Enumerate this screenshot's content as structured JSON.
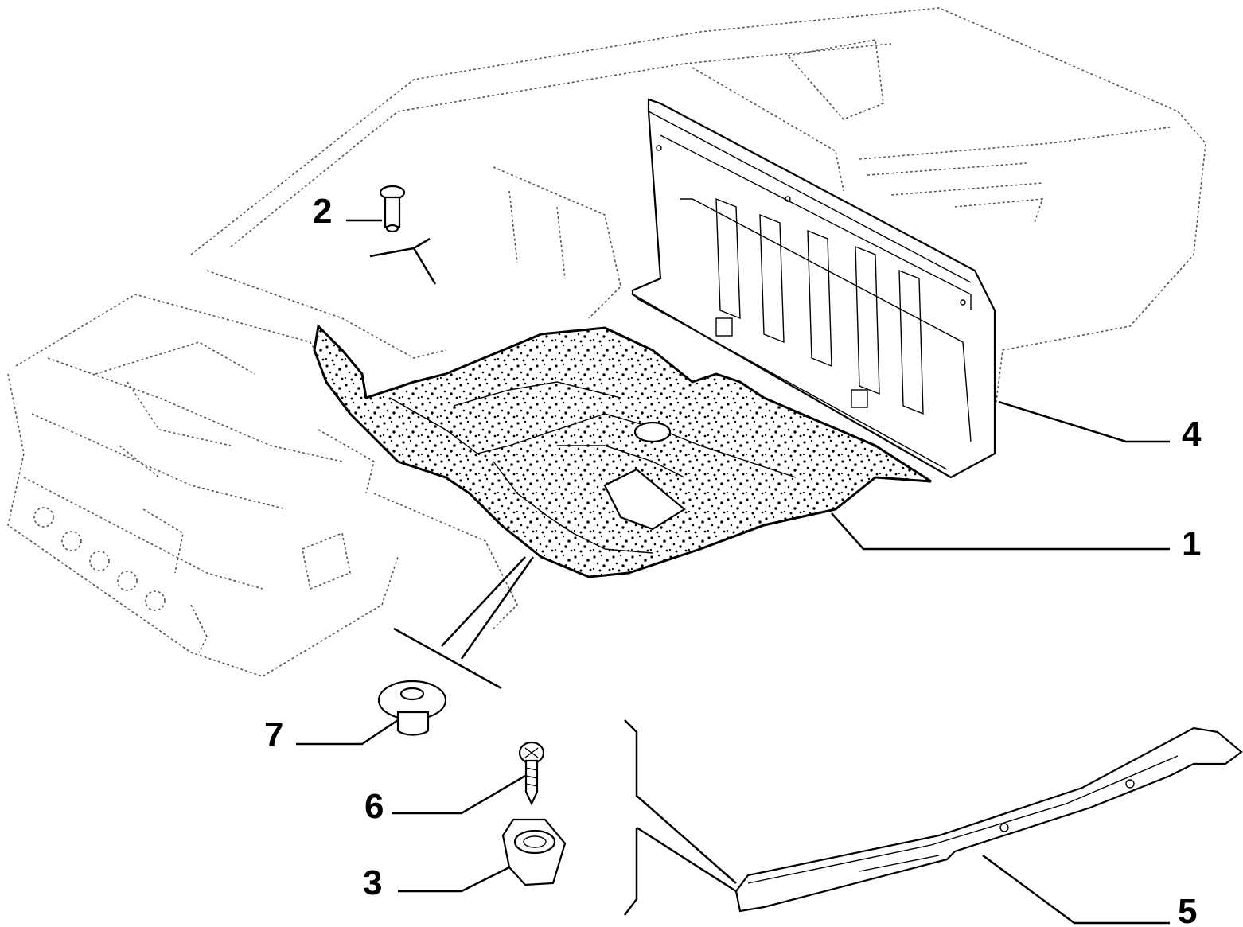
{
  "callouts": [
    {
      "id": "1",
      "label": "1"
    },
    {
      "id": "2",
      "label": "2"
    },
    {
      "id": "3",
      "label": "3"
    },
    {
      "id": "4",
      "label": "4"
    },
    {
      "id": "5",
      "label": "5"
    },
    {
      "id": "6",
      "label": "6"
    },
    {
      "id": "7",
      "label": "7"
    }
  ],
  "colors": {
    "ink": "#000000",
    "ghost_lines": "#555555",
    "background": "#ffffff"
  }
}
